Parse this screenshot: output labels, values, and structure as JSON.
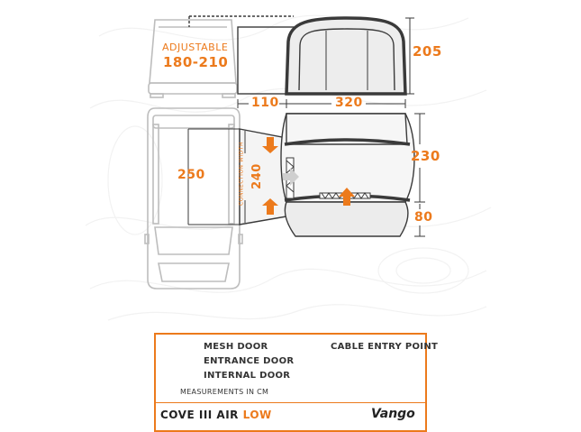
{
  "dimensions": {
    "adjustable_label": "ADJUSTABLE",
    "adjustable_range": "180-210",
    "height": "205",
    "connection_length": "110",
    "awning_length": "320",
    "awning_depth": "230",
    "porch_depth": "80",
    "vehicle_width": "250",
    "connection_width_label": "CONNECTION WIDTH",
    "connection_width": "240"
  },
  "legend": {
    "items": [
      {
        "symbol": "mesh-door",
        "label": "MESH DOOR"
      },
      {
        "symbol": "entrance-door",
        "label": "ENTRANCE DOOR"
      },
      {
        "symbol": "internal-door",
        "label": "INTERNAL DOOR"
      },
      {
        "symbol": "cable-entry-point",
        "label": "CABLE ENTRY POINT"
      }
    ],
    "note": "MEASUREMENTS IN CM",
    "product_name": "COVE III AIR",
    "product_variant": "LOW",
    "brand": "Vango"
  },
  "colors": {
    "accent": "#ec7a1c",
    "outline": "#3a3a3a",
    "vehicle": "#bdbdbd",
    "mesh": "#5a5a5a",
    "internal_arrow": "#cfcfcf"
  }
}
